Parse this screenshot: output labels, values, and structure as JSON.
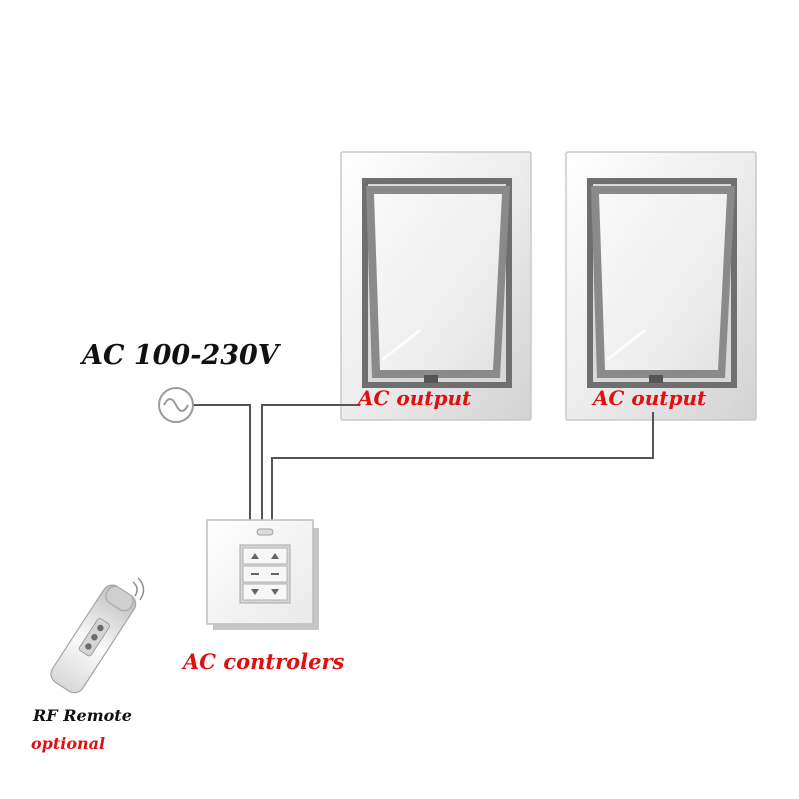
{
  "power": {
    "label": "AC 100-230V"
  },
  "windows": [
    {
      "output_label": "AC output"
    },
    {
      "output_label": "AC output"
    }
  ],
  "controller": {
    "label": "AC controlers"
  },
  "remote": {
    "label": "RF Remote",
    "note": "optional"
  },
  "colors": {
    "label_dark": "#111111",
    "label_red": "#e01010",
    "wire": "#555555",
    "frame_outer": "#eeeeee",
    "frame_dark": "#6f6f6f",
    "glass": "#f4f4f4"
  }
}
